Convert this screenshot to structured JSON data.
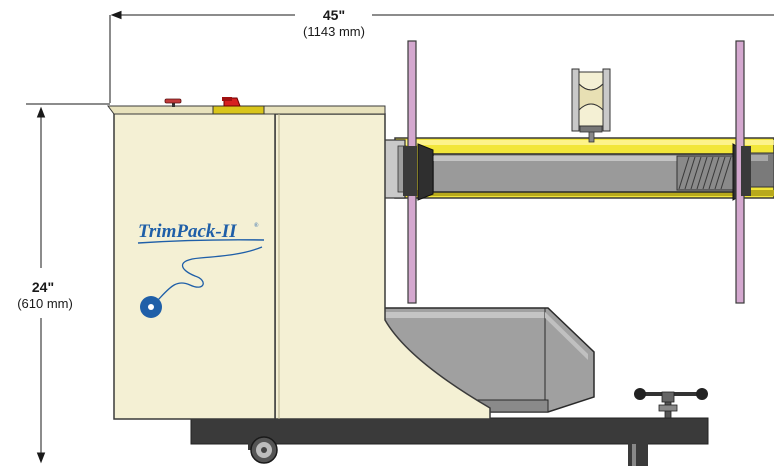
{
  "dimensions": {
    "width": {
      "value": "45\"",
      "metric": "(1143 mm)"
    },
    "height": {
      "value": "24\"",
      "metric": "(610 mm)"
    }
  },
  "logo": {
    "name": "TrimPack-II",
    "reg_mark": "®"
  },
  "colors": {
    "cabinet": "#f4f0d4",
    "outline": "#3a3a3a",
    "shaft": "#f2e63a",
    "shaft_shadow": "#b8a91c",
    "core": "#9a9a9a",
    "flange": "#d4a8cf",
    "motor": "#a0a0a0",
    "base": "#3a3a3a",
    "e_stop": "#d62020",
    "logo_blue": "#1f5fa8"
  },
  "icons": [
    "emergency-stop-icon",
    "reel-icon",
    "caster-wheel-icon",
    "handwheel-icon"
  ]
}
